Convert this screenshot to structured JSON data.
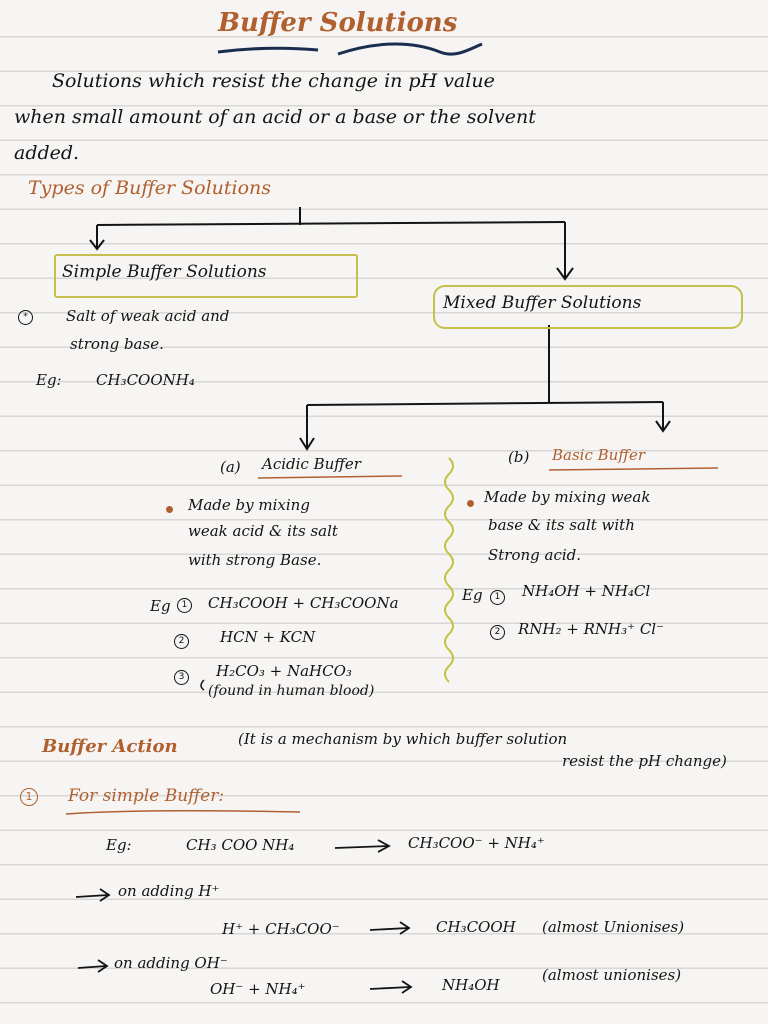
{
  "title": "Buffer Solutions",
  "definition": {
    "line1": "Solutions which resist the change in pH value",
    "line2": "when small amount of an acid or a base or the solvent",
    "line3": "added."
  },
  "types_heading": "Types of Buffer Solutions",
  "simple": {
    "label": "Simple Buffer Solutions",
    "point_line1": "Salt of weak acid and",
    "point_line2": "strong base.",
    "eg_label": "Eg:",
    "eg": "CH₃COONH₄"
  },
  "mixed": {
    "label": "Mixed Buffer Solutions"
  },
  "acidic": {
    "label_prefix": "(a)",
    "label": "Acidic Buffer",
    "desc_line1": "Made by mixing",
    "desc_line2": "weak acid & its salt",
    "desc_line3": "with strong Base.",
    "eg_label": "Eg",
    "ex1": "CH₃COOH + CH₃COONa",
    "ex2": "HCN + KCN",
    "ex3": "H₂CO₃ + NaHCO₃",
    "ex3_note": "(found in human blood)"
  },
  "basic": {
    "label_prefix": "(b)",
    "label": "Basic Buffer",
    "desc_line1": "Made by mixing weak",
    "desc_line2": "base & its salt with",
    "desc_line3": "Strong acid.",
    "eg_label": "Eg",
    "ex1": "NH₄OH + NH₄Cl",
    "ex2": "RNH₂ + RNH₃⁺ Cl⁻"
  },
  "action": {
    "heading": "Buffer Action",
    "desc_line1": "(It is a mechanism by which buffer solution",
    "desc_line2": "resist the pH change)",
    "sub_heading": "For simple Buffer:",
    "eg_label": "Eg:",
    "eq_left": "CH₃ COO NH₄",
    "eq_right": "CH₃COO⁻ + NH₄⁺",
    "on_acid": "on adding H⁺",
    "acid_eq_left": "H⁺ + CH₃COO⁻",
    "acid_eq_right": "CH₃COOH",
    "acid_note": "(almost Unionises)",
    "on_base": "on adding OH⁻",
    "base_eq_left": "OH⁻ + NH₄⁺",
    "base_eq_right": "NH₄OH",
    "base_note": "(almost unionises)"
  },
  "numbers": {
    "star": "*",
    "one": "1",
    "two": "2",
    "three": "3"
  },
  "colors": {
    "ink": "#141414",
    "heading": "#b0602f",
    "underline": "#1b2d4f",
    "box": "#c5c04a"
  }
}
